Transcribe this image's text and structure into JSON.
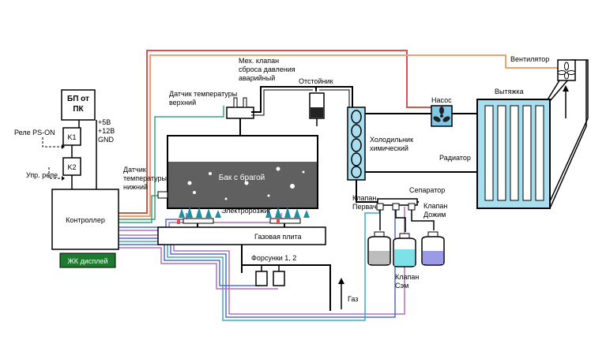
{
  "labels": {
    "power_supply": [
      "БП от",
      "ПК"
    ],
    "supply_voltages": [
      "+5В",
      "+12В",
      "GND"
    ],
    "relay_ps_on": "Реле PS-ON",
    "k1": "K1",
    "k2": "K2",
    "control_relay": "Упр. реле",
    "controller": "Контроллер",
    "lcd": "ЖК дисплей",
    "sensor_top": [
      "Датчик температуры",
      "верхний"
    ],
    "sensor_bottom": [
      "Датчик",
      "температуры",
      "нижний"
    ],
    "mech_valve": [
      "Мех. клапан",
      "сброса давления",
      "аварийный"
    ],
    "settler": "Отстойник",
    "tank": "Бак с брагой",
    "igniters": "Электророзжиг",
    "gas_stove": "Газовая плита",
    "nozzles": "Форсунки 1, 2",
    "gas": "Газ",
    "cooler": [
      "Холодильник",
      "химический"
    ],
    "pump": "Насос",
    "fan": "Вентилятор",
    "hood": "Вытяжка",
    "radiator": "Радиатор",
    "separator": "Сепаратор",
    "valve_first": [
      "Клапан",
      "Первач"
    ],
    "valve_press": [
      "Клапан",
      "Дожим"
    ],
    "valve_sem": [
      "Клапан",
      "Сэм"
    ]
  },
  "colors": {
    "wire_red": "#e0504a",
    "wire_orange": "#f0a070",
    "wire_green": "#3aa07a",
    "wire_blue": "#4f6fd0",
    "wire_purple": "#b070c0",
    "wire_cyan": "#40a8c0",
    "tank_liquid": "#606060",
    "cooler_fill": "#a8dff0",
    "lcd_fill": "#1e7a2e",
    "flame": "#1f8fa0"
  },
  "icons": [
    "fan-icon",
    "pump-icon",
    "arrow-up-icon"
  ]
}
